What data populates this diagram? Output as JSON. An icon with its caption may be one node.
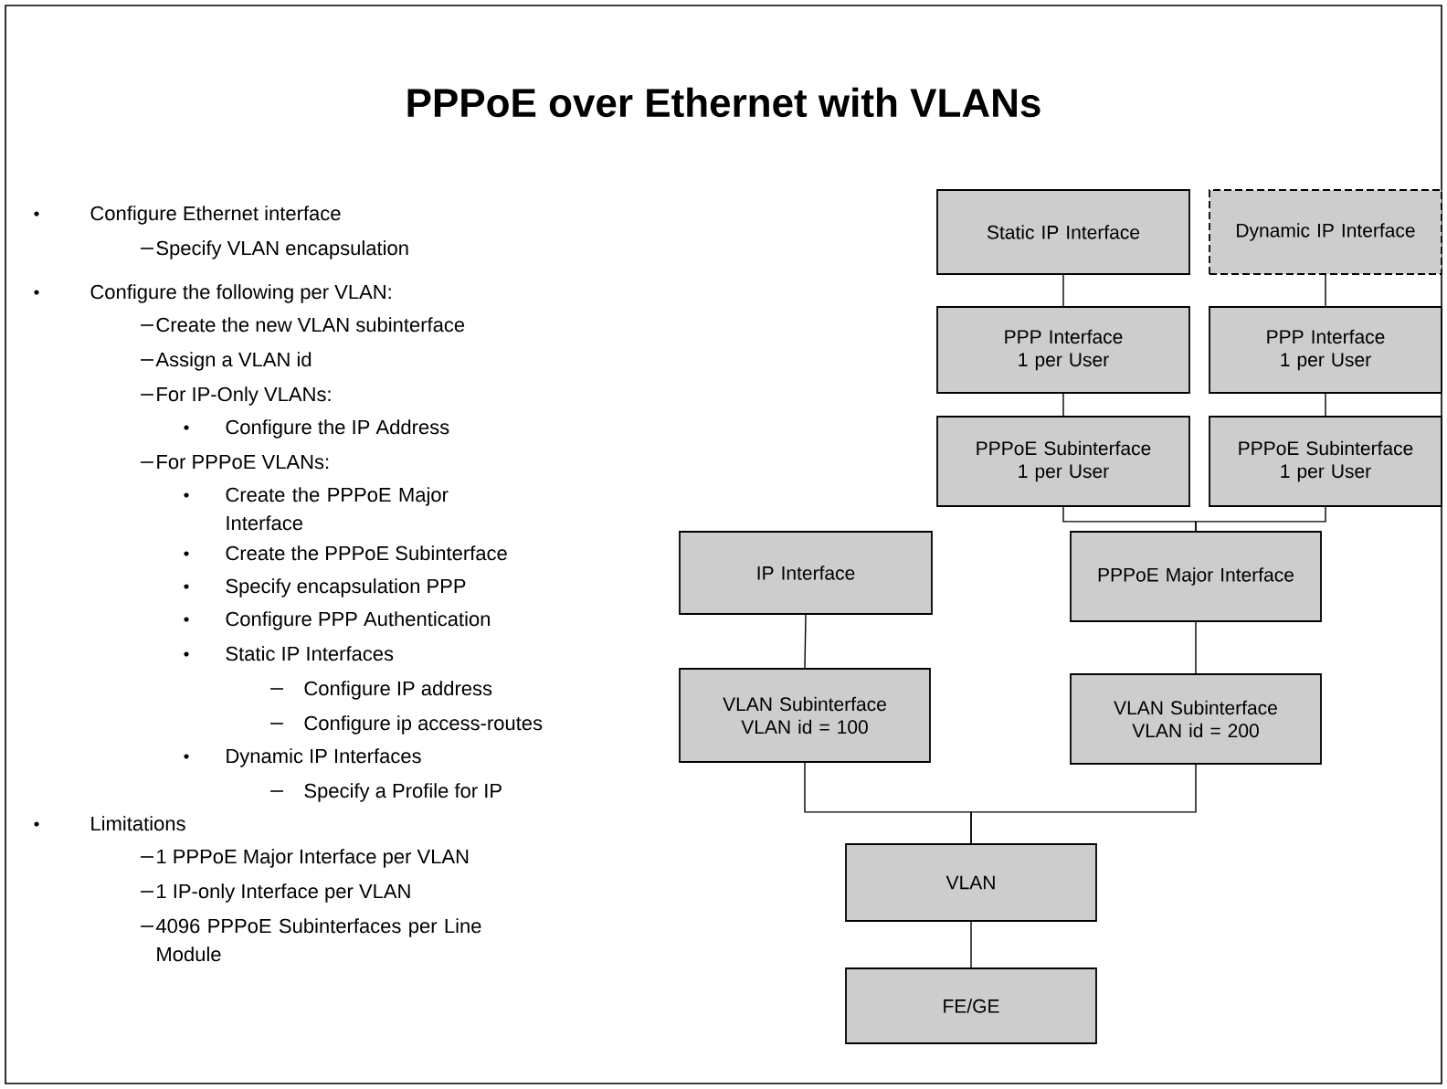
{
  "diagram": {
    "title": "PPPoE over Ethernet with VLANs",
    "nodes": [
      {
        "text": [
          "Static IP Interface"
        ]
      },
      {
        "text": [
          "Dynamic IP Interface"
        ]
      },
      {
        "text": [
          "PPP Interface",
          "1 per User"
        ]
      },
      {
        "text": [
          "PPP Interface",
          "1 per User"
        ]
      },
      {
        "text": [
          "PPPoE Subinterface",
          "1 per User"
        ]
      },
      {
        "text": [
          "PPPoE Subinterface",
          "1 per User"
        ]
      },
      {
        "text": [
          "IP Interface"
        ]
      },
      {
        "text": [
          "PPPoE Major Interface"
        ]
      },
      {
        "text": [
          "VLAN Subinterface",
          "VLAN id = 100"
        ]
      },
      {
        "text": [
          "VLAN Subinterface",
          "VLAN id = 200"
        ]
      },
      {
        "text": [
          "VLAN"
        ]
      },
      {
        "text": [
          "FE/GE"
        ]
      }
    ],
    "edges": [
      {
        "from": 0,
        "to": 2,
        "arrow": "none"
      },
      {
        "from": 1,
        "to": 3,
        "arrow": "none"
      },
      {
        "from": 2,
        "to": 4,
        "arrow": "none"
      },
      {
        "from": 3,
        "to": 5,
        "arrow": "none"
      },
      {
        "from": 4,
        "to": 7,
        "arrow": "none"
      },
      {
        "from": 5,
        "to": 7,
        "arrow": "none"
      },
      {
        "from": 6,
        "to": 8,
        "arrow": "none"
      },
      {
        "from": 7,
        "to": 9,
        "arrow": "none"
      },
      {
        "from": 8,
        "to": 10,
        "arrow": "none"
      },
      {
        "from": 9,
        "to": 10,
        "arrow": "none"
      },
      {
        "from": 10,
        "to": 11,
        "arrow": "none"
      }
    ],
    "labels": [
      "Configure Ethernet interface",
      "Specify VLAN encapsulation",
      "Configure the following per VLAN:",
      "Create the new VLAN subinterface",
      "Assign a VLAN id",
      "For IP-Only VLANs:",
      "Configure the IP Address",
      "For PPPoE VLANs:",
      "Create the PPPoE Major Interface",
      "Create the PPPoE Subinterface",
      "Specify encapsulation PPP",
      "Configure PPP Authentication",
      "Static IP Interfaces",
      "Configure IP address",
      "Configure ip access-routes",
      "Dynamic IP Interfaces",
      "Specify a Profile for IP",
      "Limitations",
      "1 PPPoE Major Interface per VLAN",
      "1 IP-only Interface per VLAN",
      "4096 PPPoE Subinterfaces per Line Module"
    ]
  }
}
